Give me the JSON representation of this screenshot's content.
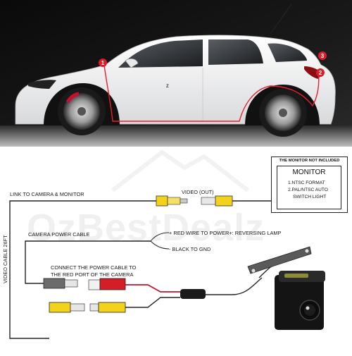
{
  "photo": {
    "markers": [
      "1",
      "2",
      "3"
    ],
    "badge": "Z"
  },
  "diagram": {
    "watermark": "OzBestDealz",
    "monitor": {
      "header": "THE MONITOR NOT INCLUDED",
      "name": "MONITOR",
      "specs": [
        "1.NTSC FORMAT",
        "2.PAL/NTSC AUTO",
        "SWITCH LIGHT"
      ]
    },
    "labels": {
      "link": "LINK TO CAMERA & MONITOR",
      "video_out": "VIDEO (OUT)",
      "power_cable": "CAMERA POWER CABLE",
      "red_wire": "+ RED WIRE TO POWER+: REVERSING LAMP",
      "black_wire": "- BLACK TO GND",
      "connect_1": "CONNECT THE POWER CABLE TO",
      "connect_2": "THE RED PORT OF THE CAMERA",
      "video_cable": "VIDEO CABLE 26FT"
    }
  }
}
